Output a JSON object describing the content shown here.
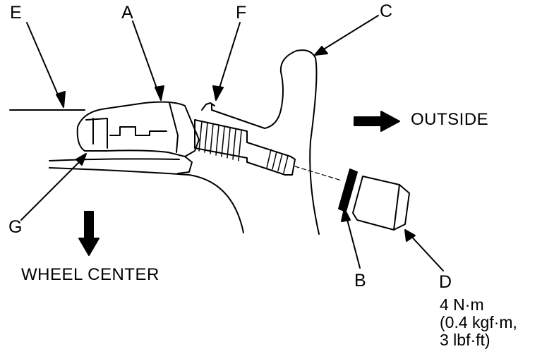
{
  "labels": {
    "a": "A",
    "b": "B",
    "c": "C",
    "d": "D",
    "e": "E",
    "f": "F",
    "g": "G"
  },
  "directions": {
    "outside": "OUTSIDE",
    "wheel_center": "WHEEL CENTER"
  },
  "torque_spec": {
    "line1": "4 N·m",
    "line2": "(0.4 kgf·m,",
    "line3": "3 lbf·ft)"
  }
}
